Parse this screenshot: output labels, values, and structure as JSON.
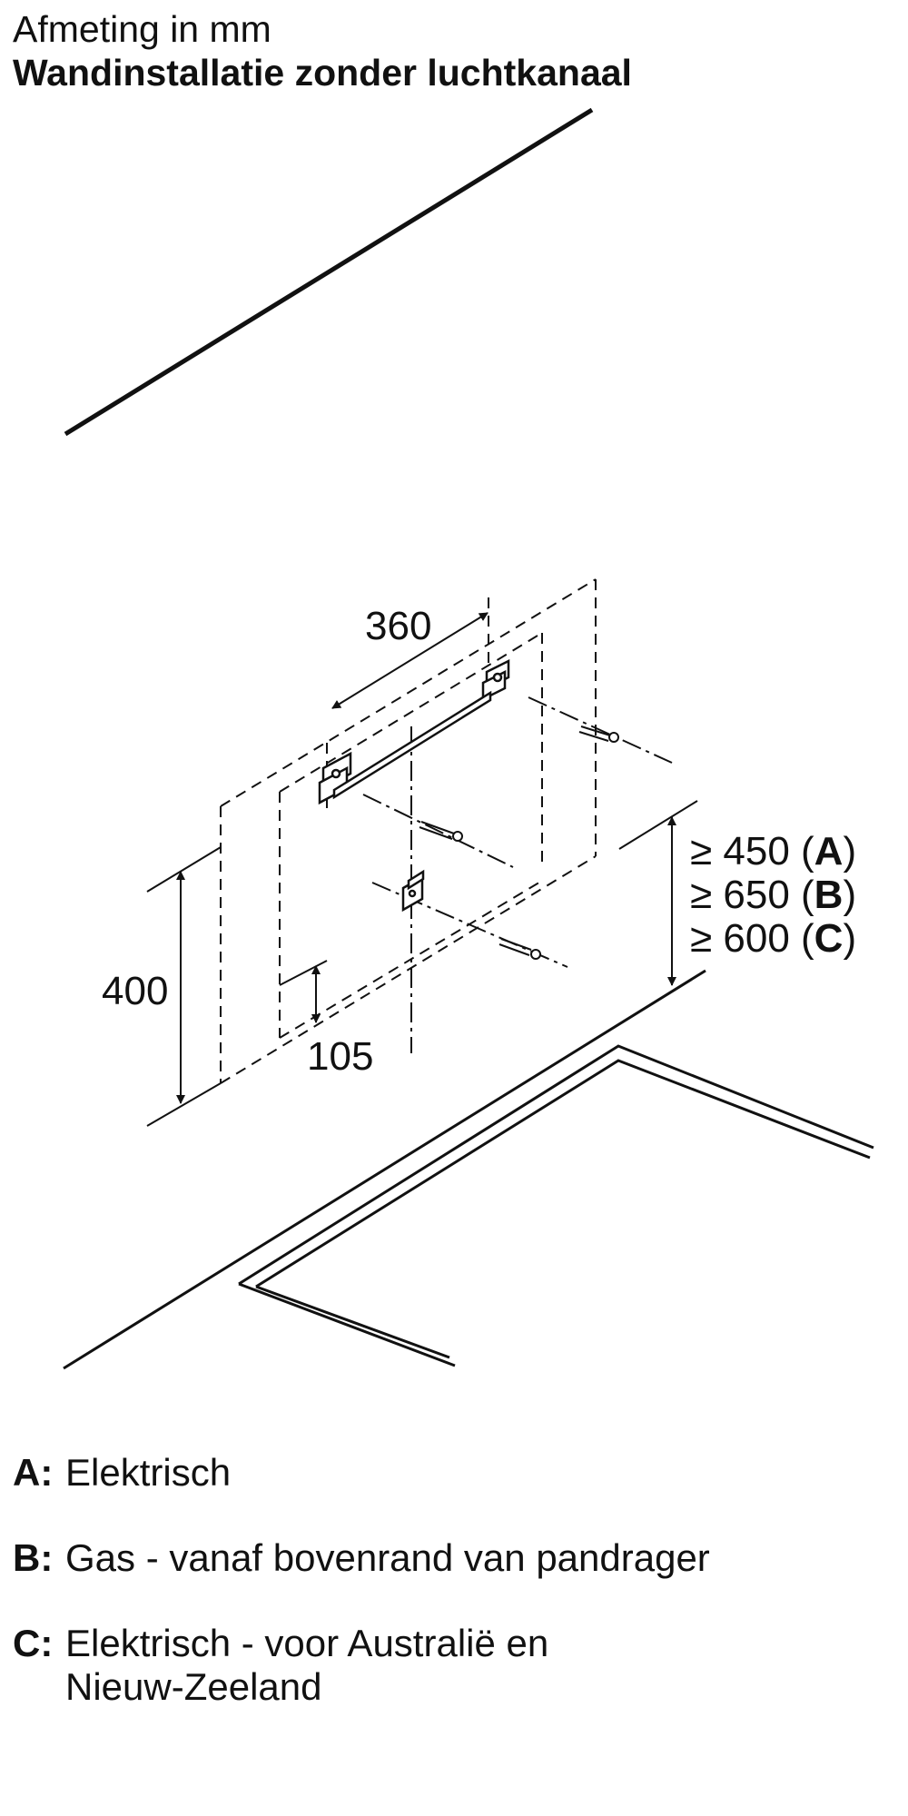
{
  "header": {
    "subtitle": "Afmeting in mm",
    "title": "Wandinstallatie zonder luchtkanaal"
  },
  "dimensions": {
    "bracket_width": "360",
    "hood_height": "400",
    "offset": "105",
    "clearance": [
      {
        "value": "≥ 450 (",
        "key": "A",
        "close": ")"
      },
      {
        "value": "≥ 650 (",
        "key": "B",
        "close": ")"
      },
      {
        "value": "≥ 600 (",
        "key": "C",
        "close": ")"
      }
    ]
  },
  "legend": [
    {
      "key": "A:",
      "text": "Elektrisch"
    },
    {
      "key": "B:",
      "text": "Gas - vanaf bovenrand van pandrager"
    },
    {
      "key": "C:",
      "text": "Elektrisch - voor Australië en Nieuw-Zeeland"
    }
  ],
  "colors": {
    "line": "#111111",
    "background": "#ffffff"
  }
}
